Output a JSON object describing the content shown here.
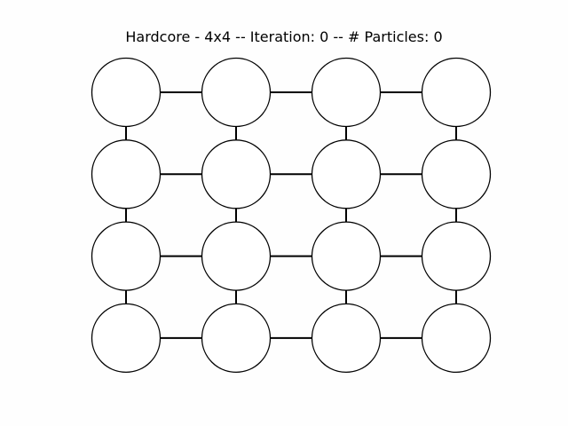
{
  "title": "Hardcore - 4x4 -- Iteration: 0 -- # Particles: 0",
  "graph": {
    "rows": 4,
    "cols": 4,
    "occupied": [],
    "colors": {
      "background": "#fefefe",
      "node_fill": "#ffffff",
      "node_stroke": "#000000",
      "edge": "#000000",
      "occupied_fill": "#000000"
    }
  }
}
